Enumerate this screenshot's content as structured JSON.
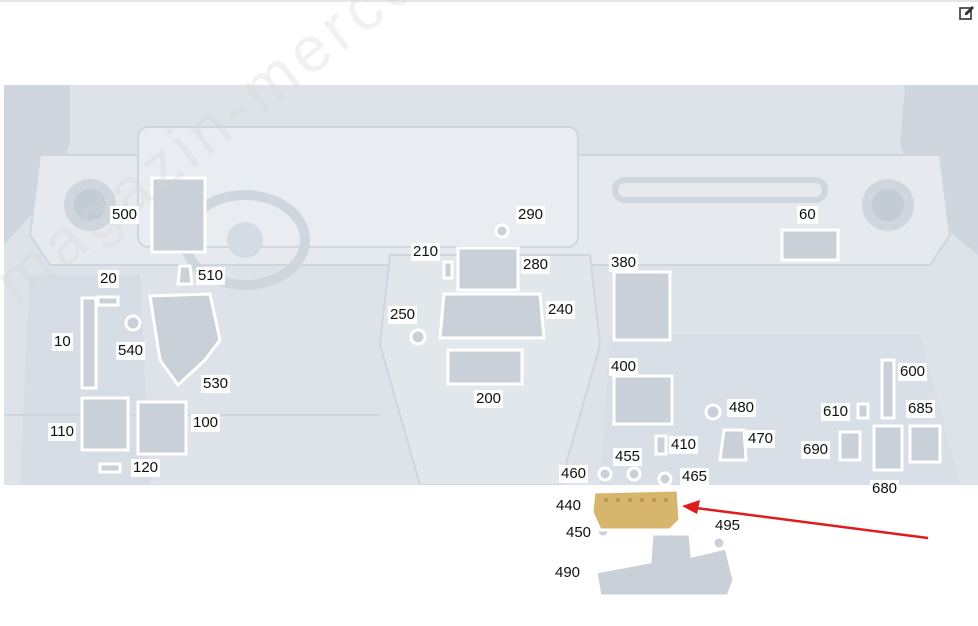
{
  "toolbar": {
    "edit_icon": "pencil-square-icon"
  },
  "watermark": "magazin-mercedes.ru",
  "labels": {
    "l10": "10",
    "l20": "20",
    "l60": "60",
    "l100": "100",
    "l110": "110",
    "l120": "120",
    "l200": "200",
    "l210": "210",
    "l240": "240",
    "l250": "250",
    "l280": "280",
    "l290": "290",
    "l380": "380",
    "l400": "400",
    "l410": "410",
    "l440": "440",
    "l450": "450",
    "l455": "455",
    "l460": "460",
    "l465": "465",
    "l470": "470",
    "l480": "480",
    "l490": "490",
    "l495": "495",
    "l500": "500",
    "l510": "510",
    "l530": "530",
    "l540": "540",
    "l600": "600",
    "l610": "610",
    "l680": "680",
    "l685": "685",
    "l690": "690"
  },
  "colors": {
    "background_scene": "#dfe4ea",
    "part_outline": "#ffffff",
    "part_fill": "#c9d0d8",
    "highlight_part": "#d4b46a",
    "pointer_arrow": "#e01b1b"
  }
}
